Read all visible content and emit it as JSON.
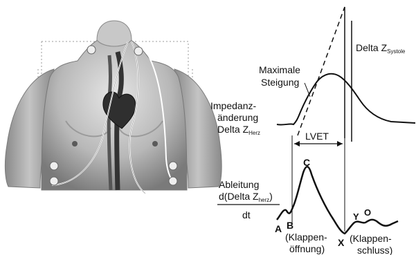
{
  "labels": {
    "maximale": "Maximale",
    "steigung": "Steigung",
    "delta_z_prefix": "Delta Z",
    "delta_z_sub": "Systole",
    "impedanz_line1": "Impedanz-",
    "impedanz_line2": "änderung",
    "impedanz_line3_prefix": "Delta Z",
    "impedanz_line3_sub": "Herz",
    "lvet": "LVET",
    "ableitung": "Ableitung",
    "deriv_prefix": "d(Delta Z",
    "deriv_sub": "herz",
    "deriv_suffix": ")",
    "dt": "dt",
    "point_a": "A",
    "point_b": "B",
    "point_c": "C",
    "point_x": "X",
    "point_y": "Y",
    "point_o": "O",
    "klappen_oeff_line1": "(Klappen-",
    "klappen_oeff_line2": "öffnung)",
    "klappen_schluss_line1": "(Klappen-",
    "klappen_schluss_line2": "schluss)"
  },
  "colors": {
    "skin_light": "#d9d9d9",
    "skin_mid": "#a8a8a8",
    "skin_dark": "#6e6e6e",
    "vessel": "#3a3a3a",
    "curve": "#111111"
  },
  "icons": {
    "torso": "human-torso-illustration",
    "electrode": "electrode-icon"
  }
}
